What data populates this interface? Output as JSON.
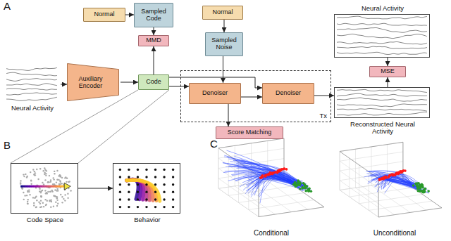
{
  "diagram": {
    "nodes": [
      {
        "text": [
          "Normal"
        ]
      },
      {
        "text": [
          "Sampled Code"
        ]
      },
      {
        "text": [
          "MMD"
        ]
      },
      {
        "text": [
          "Normal"
        ]
      },
      {
        "text": [
          "Sampled Noise"
        ]
      },
      {
        "text": [
          "Neural Activity"
        ]
      },
      {
        "text": [
          "MSE"
        ]
      },
      {
        "text": [
          "Neural Activity"
        ]
      },
      {
        "text": [
          "Auxiliary Encoder"
        ]
      },
      {
        "text": [
          "Code"
        ]
      },
      {
        "text": [
          "Tx"
        ]
      },
      {
        "text": [
          "Denoiser"
        ],
        "in": 10
      },
      {
        "text": [
          "Denoiser"
        ],
        "in": 10
      },
      {
        "text": [
          "Reconstructed Neural Activity"
        ]
      },
      {
        "text": [
          "Score Matching"
        ]
      },
      {
        "text": [
          "Code Space"
        ]
      },
      {
        "text": [
          "Behavior"
        ]
      }
    ],
    "edges": [
      {
        "from": 0,
        "to": 1,
        "arrow": "to"
      },
      {
        "from": 1,
        "to": 2,
        "arrow": "to"
      },
      {
        "from": 9,
        "to": 2,
        "arrow": "to"
      },
      {
        "from": 3,
        "to": 4,
        "arrow": "to"
      },
      {
        "from": 7,
        "to": 8,
        "arrow": "to"
      },
      {
        "from": 8,
        "to": 9,
        "arrow": "to"
      },
      {
        "from": 9,
        "to": 11,
        "arrow": "to"
      },
      {
        "from": 9,
        "to": 12,
        "arrow": "to"
      },
      {
        "from": 4,
        "to": 11,
        "arrow": "to"
      },
      {
        "from": 11,
        "to": 12,
        "arrow": "to"
      },
      {
        "from": 11,
        "to": 14,
        "arrow": "to"
      },
      {
        "from": 12,
        "to": 13,
        "arrow": "to"
      },
      {
        "from": 13,
        "to": 6,
        "arrow": "to"
      },
      {
        "from": 5,
        "to": 6,
        "arrow": "to"
      },
      {
        "from": 9,
        "to": 15,
        "arrow": "none"
      },
      {
        "from": 15,
        "to": 16,
        "arrow": "to"
      }
    ],
    "labels": [
      "A",
      "B",
      "C",
      "Conditional",
      "Unconditional"
    ]
  }
}
